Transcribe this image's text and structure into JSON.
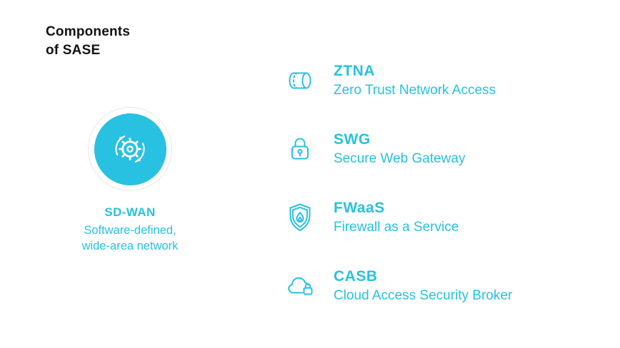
{
  "title": {
    "line1": "Components",
    "line2": "of SASE"
  },
  "colors": {
    "accent": "#29C1E1",
    "title_text": "#121212",
    "background": "#ffffff",
    "ring_dotted": "#c7ced3"
  },
  "main_component": {
    "abbr": "SD-WAN",
    "description_line1": "Software-defined,",
    "description_line2": "wide-area network",
    "icon": "gear-network-icon"
  },
  "components": [
    {
      "abbr": "ZTNA",
      "name": "Zero Trust Network Access",
      "icon": "tunnel-icon"
    },
    {
      "abbr": "SWG",
      "name": "Secure Web Gateway",
      "icon": "padlock-icon"
    },
    {
      "abbr": "FWaaS",
      "name": "Firewall as a Service",
      "icon": "shield-flame-icon"
    },
    {
      "abbr": "CASB",
      "name": "Cloud Access Security Broker",
      "icon": "cloud-lock-icon"
    }
  ]
}
